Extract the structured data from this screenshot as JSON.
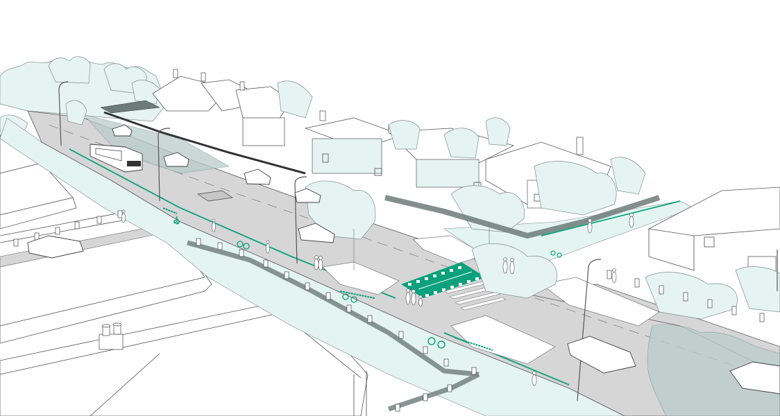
{
  "illustration": {
    "title": "Axonometric streetscape design illustration",
    "style": "line drawing with teal accent",
    "colors": {
      "background": "#ffffff",
      "road": "#d6d6d6",
      "road_dark": "#c9c9c9",
      "footpath": "#e3f4f1",
      "tree_fill": "#e6f4f1",
      "tree_shadow": "#b9cdc9",
      "accent_teal": "#0aa17c",
      "fence_dark": "#6d7b78",
      "line": "#4a4a4a"
    },
    "elements": {
      "main_road": "Two-lane arterial road running diagonally from top-left to bottom-right",
      "side_street": "Intersecting side street at right",
      "raised_crossing": "Teal raised pedestrian/cycle crossing with white square markers",
      "zebra_crossing": "White striped pedestrian crossing",
      "bus": "Single bus on main road near top-left",
      "cars_count": 9,
      "street_lights_count": 5,
      "planters_count": 4,
      "cycle_lane_markings": "Teal cycle lane symbols along footpath",
      "houses": "Row of detached houses with chimneys behind fences",
      "roofs_foreground": "Large white rooftops in lower-left foreground"
    }
  }
}
